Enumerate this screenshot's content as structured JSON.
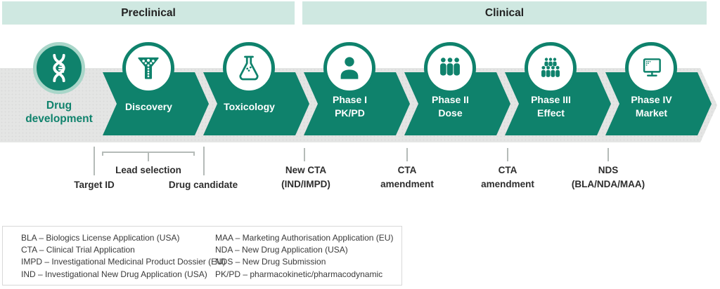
{
  "colors": {
    "teal": "#0F826C",
    "header_bg": "#CFE8E1",
    "band_gray": "#E4E5E4",
    "ring": "#A9D6C9",
    "tick_gray": "#B5BBB8"
  },
  "phase_headers": [
    {
      "label": "Preclinical"
    },
    {
      "label": "Clinical"
    }
  ],
  "start": {
    "label": "Drug\ndevelopment",
    "icon": "dna-icon"
  },
  "stages": [
    {
      "label": "Discovery",
      "icon": "funnel-icon"
    },
    {
      "label": "Toxicology",
      "icon": "flask-icon"
    },
    {
      "label": "Phase I\nPK/PD",
      "icon": "person-icon"
    },
    {
      "label": "Phase II\nDose",
      "icon": "people-icon"
    },
    {
      "label": "Phase III\nEffect",
      "icon": "crowd-icon"
    },
    {
      "label": "Phase IV\nMarket",
      "icon": "monitor-icon"
    }
  ],
  "milestones": [
    {
      "label": "Target ID"
    },
    {
      "label": "Lead selection"
    },
    {
      "label": "Drug candidate"
    },
    {
      "label": "New CTA\n(IND/IMPD)"
    },
    {
      "label": "CTA\namendment"
    },
    {
      "label": "CTA\namendment"
    },
    {
      "label": "NDS\n(BLA/NDA/MAA)"
    }
  ],
  "legend": {
    "left_column": [
      "BLA – Biologics License Application (USA)",
      "CTA – Clinical Trial Application",
      "IMPD – Investigational Medicinal Product Dossier (EU)",
      "IND – Investigational New Drug Application (USA)"
    ],
    "right_column": [
      "MAA – Marketing Authorisation Application (EU)",
      "NDA – New Drug Application (USA)",
      "NDS – New Drug Submission",
      "PK/PD – pharmacokinetic/pharmacodynamic"
    ]
  }
}
